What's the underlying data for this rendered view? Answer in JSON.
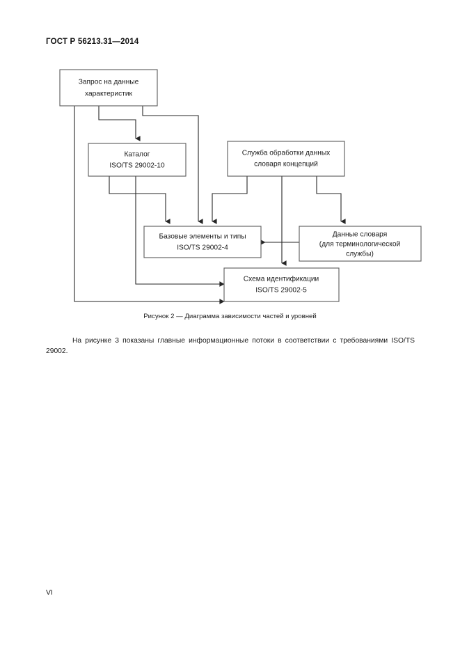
{
  "document": {
    "header": "ГОСТ Р 56213.31—2014",
    "page_number": "VI"
  },
  "figure": {
    "caption": "Рисунок 2 — Диаграмма зависимости частей и уровней",
    "boxes": {
      "request": {
        "line1": "Запрос на данные",
        "line2": "характеристик"
      },
      "catalog": {
        "line1": "Каталог",
        "line2": "ISO/TS 29002-10"
      },
      "service": {
        "line1": "Служба обработки данных",
        "line2": "словаря концепций"
      },
      "base_elements": {
        "line1": "Базовые элементы и типы",
        "line2": "ISO/TS 29002-4"
      },
      "dictionary_data": {
        "line1": "Данные словаря",
        "line2": "(для терминологической",
        "line3": "службы)"
      },
      "identification": {
        "line1": "Схема идентификации",
        "line2": "ISO/TS 29002-5"
      }
    },
    "colors": {
      "box_border": "#595959",
      "connector": "#262626",
      "text": "#1a1a1a"
    }
  },
  "body": {
    "paragraph": "На рисунке 3 показаны главные информационные потоки в соответствии с требованиями ISO/TS 29002."
  }
}
